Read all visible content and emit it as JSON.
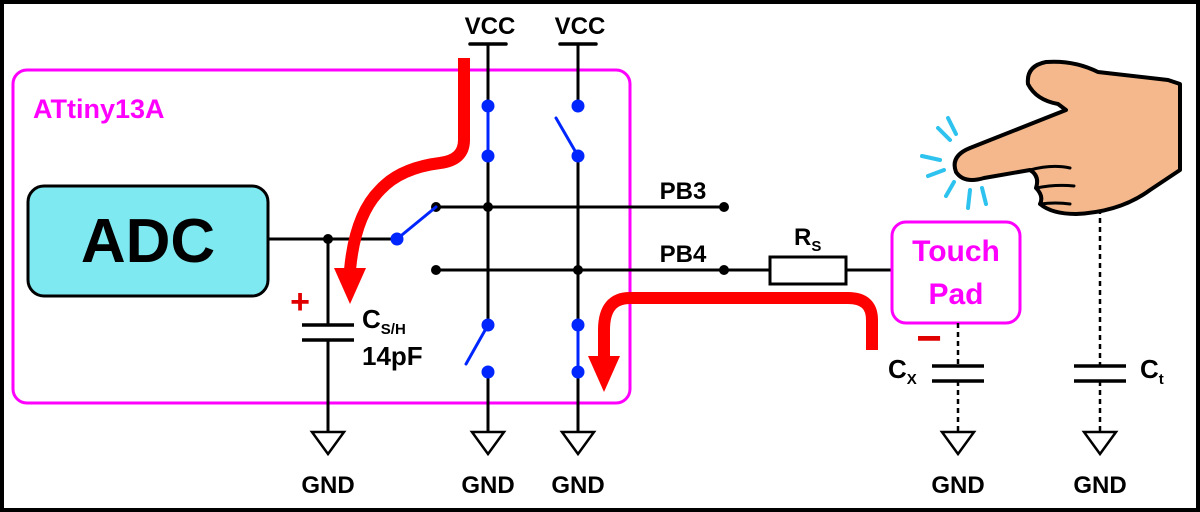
{
  "labels": {
    "chip": "ATtiny13A",
    "adc": "ADC",
    "vcc": "VCC",
    "gnd": "GND",
    "pb3": "PB3",
    "pb4": "PB4",
    "rs_main": "R",
    "rs_sub": "S",
    "csh_main": "C",
    "csh_sub": "S/H",
    "csh_value": "14pF",
    "cx_main": "C",
    "cx_sub": "X",
    "ct_main": "C",
    "ct_sub": "t",
    "touch_line1": "Touch",
    "touch_line2": "Pad",
    "plus_sign": "+",
    "minus_sign": "−"
  },
  "colors": {
    "border": "#000000",
    "chip_outline": "#ff00ff",
    "adc_fill": "#7fe9f1",
    "wire": "#000000",
    "switch": "#0026ff",
    "current_arrow": "#ff0000",
    "hand_fill": "#f4b88c",
    "hand_spark": "#2ec3ee",
    "touch_text": "#ff00ff"
  },
  "icons": [
    "pointing-hand-icon",
    "touch-spark-icon",
    "ground-symbol-icon",
    "capacitor-symbol-icon",
    "resistor-symbol-icon"
  ]
}
